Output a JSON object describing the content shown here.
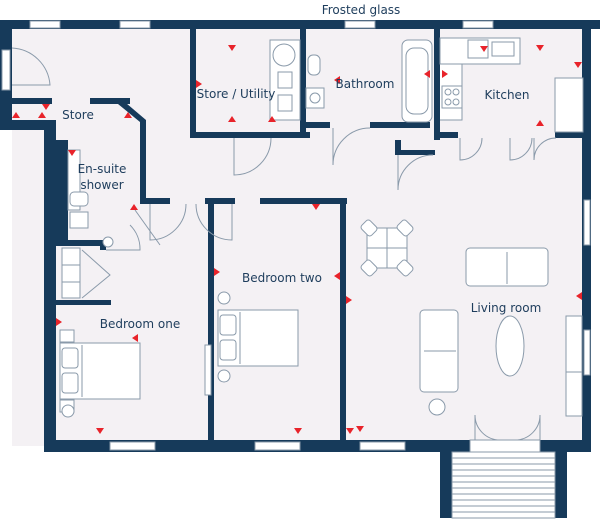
{
  "annotation_top": "Frosted glass",
  "rooms": {
    "store": "Store",
    "store_utility": "Store / Utility",
    "bathroom": "Bathroom",
    "kitchen": "Kitchen",
    "ensuite_line1": "En-suite",
    "ensuite_line2": "shower",
    "bedroom_one": "Bedroom one",
    "bedroom_two": "Bedroom two",
    "living_room": "Living room"
  },
  "colors": {
    "wall": "#163a5a",
    "floor": "#f4f1f4",
    "marker": "#e8232a",
    "fixture": "#8a9aaa",
    "label": "#1e3d5c"
  },
  "icons": [
    "socket-marker-icon",
    "light-switch-icon",
    "dining-table-icon",
    "sofa-icon",
    "bed-icon",
    "bathtub-icon",
    "toilet-icon",
    "sink-icon",
    "hob-icon"
  ]
}
